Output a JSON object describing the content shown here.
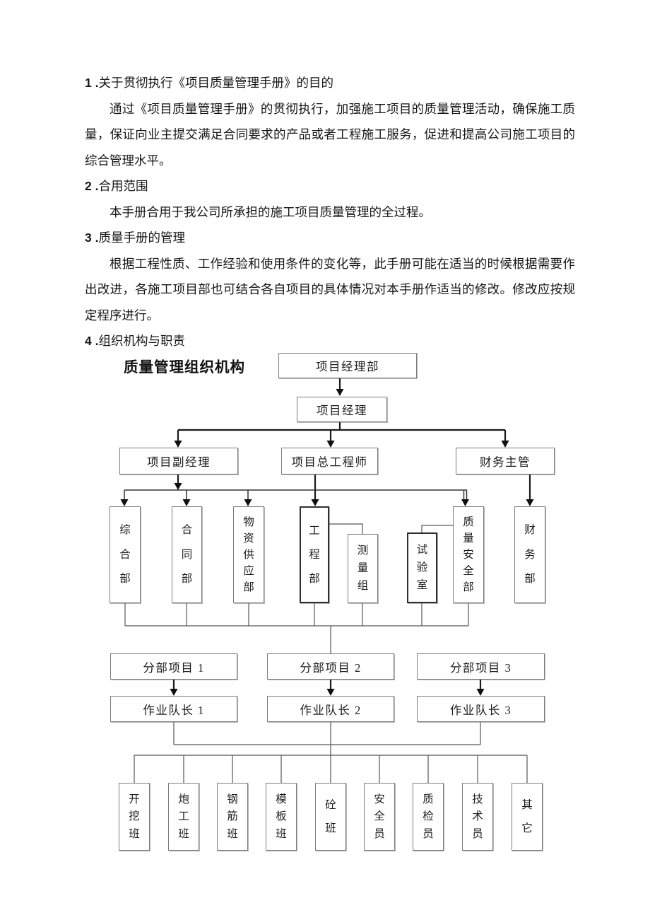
{
  "document": {
    "sections": [
      {
        "prefix": "1 .",
        "title": "关于贯彻执行《项目质量管理手册》的目的",
        "body": "通过《项目质量管理手册》的贯彻执行，加强施工项目的质量管理活动，确保施工质量，保证向业主提交满足合同要求的产品或者工程施工服务，促进和提高公司施工项目的综合管理水平。"
      },
      {
        "prefix": "2 .",
        "title": "合用范围",
        "body": "本手册合用于我公司所承担的施工项目质量管理的全过程。"
      },
      {
        "prefix": "3 .",
        "title": "质量手册的管理",
        "body": "根据工程性质、工作经验和使用条件的变化等，此手册可能在适当的时候根据需要作出改进，各施工项目部也可结合各自项目的具体情况对本手册作适当的修改。修改应按规定程序进行。"
      },
      {
        "prefix": "4 .",
        "title": "组织机构与职责",
        "body": ""
      }
    ]
  },
  "diagram": {
    "title": "质量管理组织机构",
    "nodes": {
      "project_manager_dept": "项目经理部",
      "project_manager": "项目经理",
      "deputy_project_manager": "项目副经理",
      "chief_engineer": "项目总工程师",
      "finance_supervisor": "财务主管",
      "dept_comprehensive": "综合部",
      "dept_contract": "合同部",
      "dept_material_supply": "物资供应部",
      "dept_engineering": "工程部",
      "survey_group": "测量组",
      "laboratory": "试验室",
      "dept_quality_safety": "质量安全部",
      "dept_finance": "财务部"
    },
    "sub_projects": [
      "分部项目 1",
      "分部项目 2",
      "分部项目 3"
    ],
    "team_leaders": [
      "作业队长 1",
      "作业队长 2",
      "作业队长 3"
    ],
    "crews": [
      "开挖班",
      "炮工班",
      "钢筋班",
      "模板班",
      "砼班",
      "安全员",
      "质检员",
      "技术员",
      "其它"
    ],
    "line_color": "#1b1b1b",
    "box_border_color": "#7d7d7d"
  }
}
